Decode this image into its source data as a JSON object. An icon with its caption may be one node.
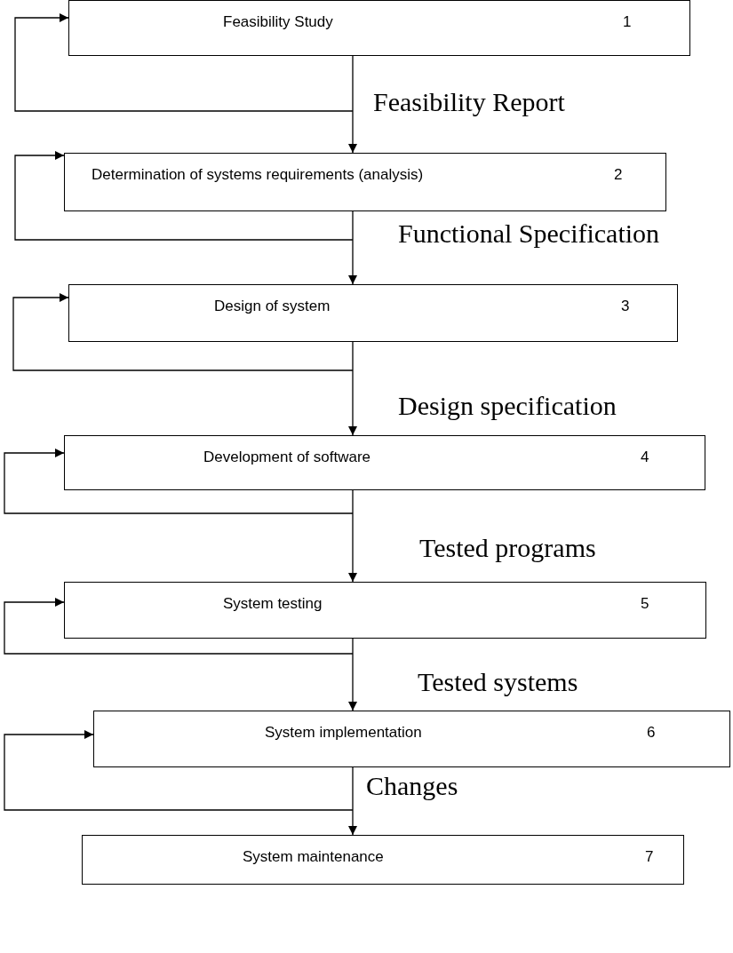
{
  "diagram": {
    "nodes": [
      {
        "text": [
          "Feasibility Study",
          "1"
        ]
      },
      {
        "text": [
          "Determination of systems requirements (analysis)",
          "2"
        ]
      },
      {
        "text": [
          "Design of system",
          "3"
        ]
      },
      {
        "text": [
          "Development of software",
          "4"
        ]
      },
      {
        "text": [
          "System testing",
          "5"
        ]
      },
      {
        "text": [
          "System implementation",
          "6"
        ]
      },
      {
        "text": [
          "System maintenance",
          "7"
        ]
      }
    ],
    "edges": [
      {
        "from": null,
        "to": 0,
        "arrow": "to"
      },
      {
        "from": 0,
        "to": 1,
        "arrow": "to",
        "label": "Feasibility Report"
      },
      {
        "from": null,
        "to": 1,
        "arrow": "to"
      },
      {
        "from": 1,
        "to": 2,
        "arrow": "to",
        "label": "Functional Specification"
      },
      {
        "from": null,
        "to": 2,
        "arrow": "to"
      },
      {
        "from": 2,
        "to": 3,
        "arrow": "to",
        "label": "Design specification"
      },
      {
        "from": null,
        "to": 3,
        "arrow": "to"
      },
      {
        "from": 3,
        "to": 4,
        "arrow": "to",
        "label": "Tested programs"
      },
      {
        "from": null,
        "to": 4,
        "arrow": "to"
      },
      {
        "from": 4,
        "to": 5,
        "arrow": "to",
        "label": "Tested systems"
      },
      {
        "from": null,
        "to": 5,
        "arrow": "to"
      },
      {
        "from": 5,
        "to": 6,
        "arrow": "to",
        "label": "Changes"
      }
    ]
  }
}
